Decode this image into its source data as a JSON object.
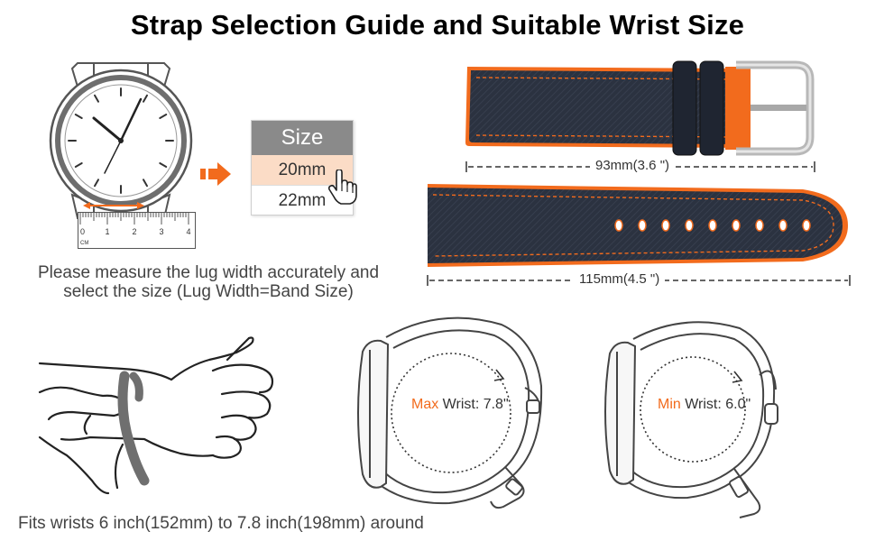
{
  "title": "Strap Selection Guide and Suitable Wrist Size",
  "measure": {
    "caption_line1": "Please measure the lug width accurately and",
    "caption_line2": "select the size (Lug Width=Band Size)",
    "ruler_ticks": [
      "0",
      "1",
      "2",
      "3",
      "4"
    ],
    "ruler_unit": "CM"
  },
  "size_table": {
    "header": "Size",
    "options": [
      "20mm",
      "22mm"
    ],
    "selected": "20mm"
  },
  "straps": {
    "short_length": "93mm(3.6 \")",
    "long_length": "115mm(4.5 \")"
  },
  "wrist": {
    "max_prefix": "Max",
    "max_value": " Wrist: 7.8\"",
    "min_prefix": "Min",
    "min_value": " Wrist: 6.0\"",
    "fit_caption": "Fits wrists 6 inch(152mm) to 7.8 inch(198mm) around"
  },
  "colors": {
    "accent": "#f26b1d",
    "strap_body": "#2b3240",
    "header_gray": "#8a8a8a",
    "selected_row": "#fbdcc6"
  },
  "icons": [
    "watch-illustration",
    "ruler-icon",
    "arrow-right-icon",
    "hand-pointer-icon",
    "hand-wrist-illustration",
    "watch-on-wrist-icon"
  ]
}
